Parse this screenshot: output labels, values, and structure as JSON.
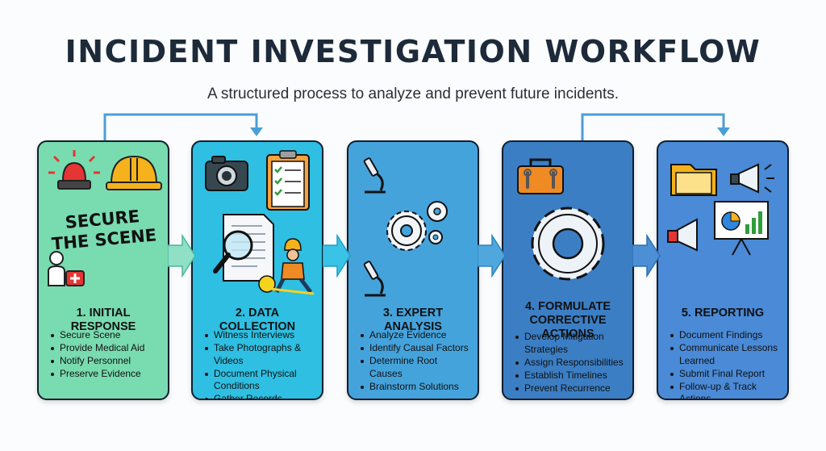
{
  "header": {
    "title": "INCIDENT INVESTIGATION WORKFLOW",
    "subtitle": "A structured process to analyze and prevent future incidents."
  },
  "colors": {
    "card1": "#79dbb0",
    "card2": "#2ebfe2",
    "card3": "#45a3dc",
    "card4": "#3b7ec4",
    "card5": "#4a8ad6",
    "arrow": "#4a9fd6"
  },
  "steps": [
    {
      "title": "1. INITIAL RESPONSE",
      "banner": [
        "SECURE",
        "THE SCENE"
      ],
      "icons": [
        "siren-icon",
        "hard-hat-icon",
        "first-aid-person-icon"
      ],
      "items": [
        "Secure Scene",
        "Provide Medical Aid",
        "Notify Personnel",
        "Preserve Evidence"
      ]
    },
    {
      "title": "2. DATA COLLECTION",
      "icons": [
        "camera-icon",
        "clipboard-checklist-icon",
        "document-magnifier-icon",
        "worker-measuring-icon"
      ],
      "items": [
        "Witness Interviews",
        "Take Photographs & Videos",
        "Document Physical Conditions",
        "Gather Records"
      ]
    },
    {
      "title": "3. EXPERT ANALYSIS",
      "icons": [
        "microscope-icon",
        "gears-icon",
        "microscope-icon"
      ],
      "items": [
        "Analyze Evidence",
        "Identify Causal Factors",
        "Determine Root Causes",
        "Brainstorm Solutions"
      ]
    },
    {
      "title": "4. FORMULATE CORRECTIVE ACTIONS",
      "icons": [
        "toolbox-icon",
        "large-gear-icon"
      ],
      "items": [
        "Develop Mitigation Strategies",
        "Assign Responsibilities",
        "Establish Timelines",
        "Prevent Recurrence"
      ]
    },
    {
      "title": "5. REPORTING",
      "icons": [
        "folder-icon",
        "megaphone-icon",
        "presentation-board-icon",
        "megaphone-icon"
      ],
      "items": [
        "Document Findings",
        "Communicate Lessons Learned",
        "Submit Final Report",
        "Follow-up & Track Actions"
      ]
    }
  ]
}
